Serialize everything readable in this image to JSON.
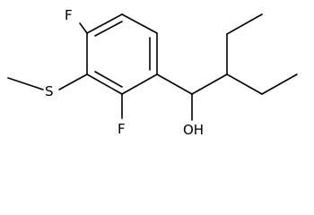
{
  "molecule": {
    "atoms": {
      "f_top": "F",
      "f_bottom": "F",
      "s": "S",
      "oh": "OH"
    }
  }
}
